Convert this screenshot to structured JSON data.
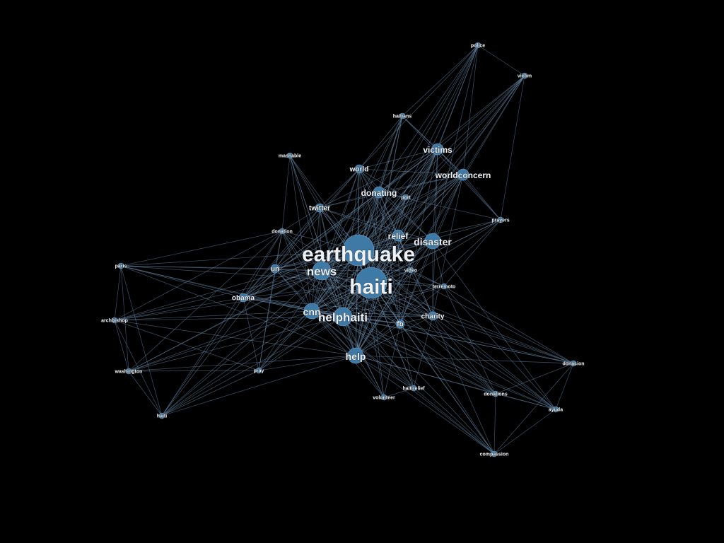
{
  "graph": {
    "node_color": "#3f7aa6",
    "edge_color": "#6f93b6",
    "label_color": "#eef2f6",
    "background": "#000000",
    "nodes": [
      {
        "id": "earthquake",
        "label": "earthquake",
        "weight": 10
      },
      {
        "id": "haiti",
        "label": "haiti",
        "weight": 9
      },
      {
        "id": "news",
        "label": "news",
        "weight": 5
      },
      {
        "id": "helphaiti",
        "label": "helphaiti",
        "weight": 5
      },
      {
        "id": "cnn",
        "label": "cnn",
        "weight": 4
      },
      {
        "id": "help",
        "label": "help",
        "weight": 4
      },
      {
        "id": "disaster",
        "label": "disaster",
        "weight": 4
      },
      {
        "id": "relief",
        "label": "relief",
        "weight": 3
      },
      {
        "id": "victims",
        "label": "victims",
        "weight": 3
      },
      {
        "id": "worldconcern",
        "label": "worldconcern",
        "weight": 3
      },
      {
        "id": "donating",
        "label": "donating",
        "weight": 3
      },
      {
        "id": "world",
        "label": "world",
        "weight": 2
      },
      {
        "id": "twitter",
        "label": "twitter",
        "weight": 2
      },
      {
        "id": "un",
        "label": "un",
        "weight": 2
      },
      {
        "id": "obama",
        "label": "obama",
        "weight": 2
      },
      {
        "id": "charity",
        "label": "charity",
        "weight": 2
      },
      {
        "id": "fb",
        "label": "fb",
        "weight": 2
      },
      {
        "id": "video",
        "label": "video",
        "weight": 1
      },
      {
        "id": "terremoto",
        "label": "terremoto",
        "weight": 1
      },
      {
        "id": "port",
        "label": "port",
        "weight": 1
      },
      {
        "id": "donation",
        "label": "donation",
        "weight": 1
      },
      {
        "id": "police",
        "label": "police",
        "weight": 1
      },
      {
        "id": "victim",
        "label": "victim",
        "weight": 1
      },
      {
        "id": "haitians",
        "label": "haitians",
        "weight": 1
      },
      {
        "id": "mashable",
        "label": "mashable",
        "weight": 1
      },
      {
        "id": "prayers",
        "label": "prayers",
        "weight": 1
      },
      {
        "id": "paris",
        "label": "paris",
        "weight": 1
      },
      {
        "id": "archbishop",
        "label": "archbishop",
        "weight": 1
      },
      {
        "id": "washington",
        "label": "washington",
        "weight": 1
      },
      {
        "id": "pray",
        "label": "pray",
        "weight": 1
      },
      {
        "id": "haiti-small",
        "label": "haiti",
        "weight": 1
      },
      {
        "id": "volunteer",
        "label": "volunteer",
        "weight": 1
      },
      {
        "id": "haitirelief",
        "label": "haitirelief",
        "weight": 1
      },
      {
        "id": "donations",
        "label": "donations",
        "weight": 1
      },
      {
        "id": "donacion",
        "label": "donacion",
        "weight": 1
      },
      {
        "id": "ayuda",
        "label": "ayuda",
        "weight": 1
      },
      {
        "id": "compassion",
        "label": "compassion",
        "weight": 1
      }
    ]
  }
}
